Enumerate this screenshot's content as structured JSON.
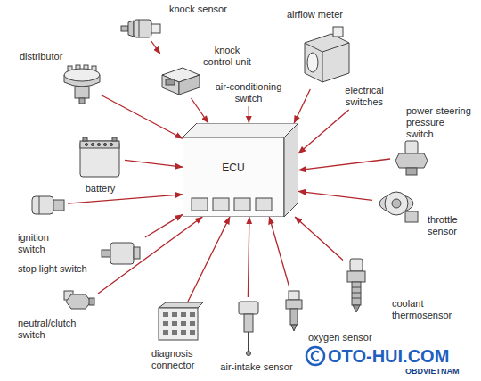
{
  "diagram": {
    "nodes": [
      {
        "text": [
          "ECU"
        ]
      },
      {
        "text": [
          "knock sensor"
        ]
      },
      {
        "text": [
          "knock control unit"
        ]
      },
      {
        "text": [
          "distributor"
        ]
      },
      {
        "text": [
          "air-conditioning switch"
        ]
      },
      {
        "text": [
          "airflow meter"
        ]
      },
      {
        "text": [
          "electrical switches"
        ]
      },
      {
        "text": [
          "power-steering pressure switch"
        ]
      },
      {
        "text": [
          "battery"
        ]
      },
      {
        "text": [
          "throttle sensor"
        ]
      },
      {
        "text": [
          "ignition switch"
        ]
      },
      {
        "text": [
          "stop light switch"
        ]
      },
      {
        "text": [
          "coolant thermosensor"
        ]
      },
      {
        "text": [
          "neutral/clutch switch"
        ]
      },
      {
        "text": [
          "diagnosis connector"
        ]
      },
      {
        "text": [
          "air-intake sensor"
        ]
      },
      {
        "text": [
          "oxygen sensor"
        ]
      }
    ],
    "edges": [
      {
        "from": 1,
        "to": 2,
        "arrow": "to"
      },
      {
        "from": 2,
        "to": 0,
        "arrow": "to"
      },
      {
        "from": 3,
        "to": 0,
        "arrow": "to"
      },
      {
        "from": 4,
        "to": 0,
        "arrow": "to"
      },
      {
        "from": 5,
        "to": 0,
        "arrow": "to"
      },
      {
        "from": 6,
        "to": 0,
        "arrow": "to"
      },
      {
        "from": 7,
        "to": 0,
        "arrow": "to"
      },
      {
        "from": 8,
        "to": 0,
        "arrow": "to"
      },
      {
        "from": 9,
        "to": 0,
        "arrow": "to"
      },
      {
        "from": 10,
        "to": 0,
        "arrow": "to"
      },
      {
        "from": 11,
        "to": 0,
        "arrow": "to"
      },
      {
        "from": 12,
        "to": 0,
        "arrow": "to"
      },
      {
        "from": 13,
        "to": 0,
        "arrow": "to"
      },
      {
        "from": 14,
        "to": 0,
        "arrow": "to"
      },
      {
        "from": 15,
        "to": 0,
        "arrow": "to"
      },
      {
        "from": 16,
        "to": 0,
        "arrow": "to"
      }
    ],
    "labels": [
      "OTO-HUI.COM",
      "OBDVIETNAM"
    ]
  }
}
